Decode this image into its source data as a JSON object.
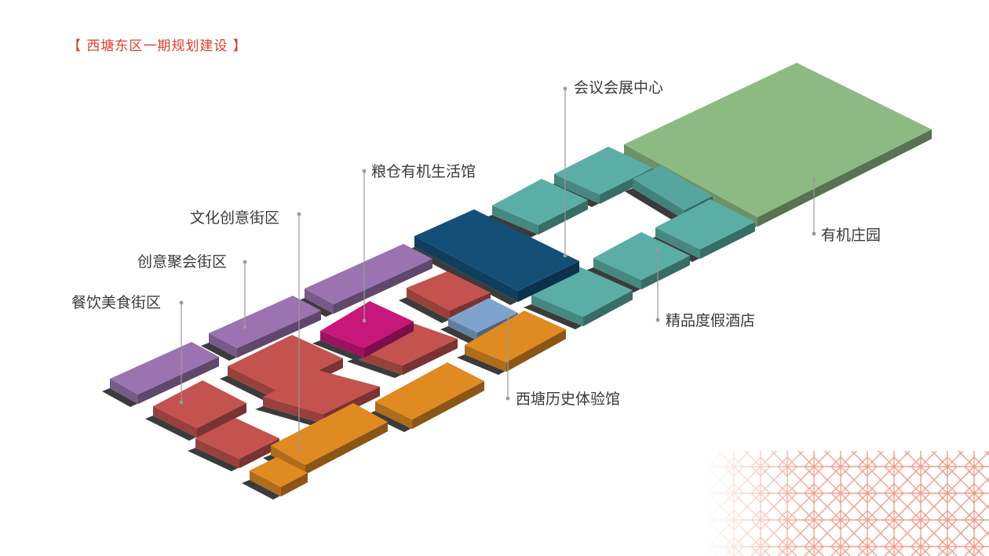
{
  "title": "【 西塘东区一期规划建设 】",
  "colors": {
    "title": "#d9402b",
    "leader": "#9a9a9a",
    "label_text": "#3a3a3a",
    "shadow": "#3b3b3b",
    "pattern": "#ef9a86",
    "zones": {
      "food_street": "#9a73b0",
      "creative_street": "#c4524e",
      "culture_street": "#e08a22",
      "granary": "#c8177a",
      "conference": "#5aaea6",
      "organic_farm": "#8dba82",
      "hotel": "#5aaea6",
      "history_museum": "#7fa3cc",
      "navy_block": "#144f77"
    }
  },
  "labels": {
    "conference_center": "会议会展中心",
    "granary_life_hall": "粮仓有机生活馆",
    "culture_creative_street": "文化创意街区",
    "creative_gathering_street": "创意聚会街区",
    "food_street": "餐饮美食街区",
    "organic_farm": "有机庄园",
    "boutique_hotel": "精品度假酒店",
    "xitang_history_museum": "西塘历史体验馆"
  }
}
